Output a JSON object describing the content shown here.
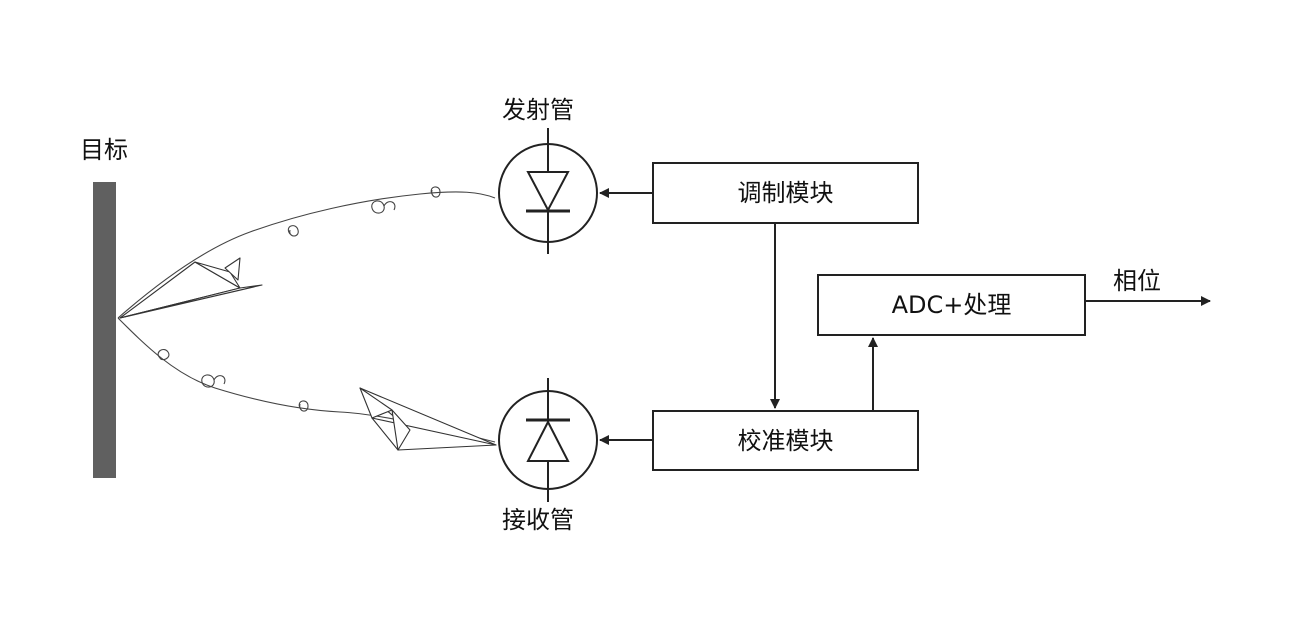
{
  "labels": {
    "target": "目标",
    "emitter": "发射管",
    "receiver": "接收管",
    "modulation": "调制模块",
    "calibration": "校准模块",
    "adc": "ADC+处理",
    "phase": "相位"
  },
  "colors": {
    "target_bar": "#606060",
    "line": "#222222",
    "background": "#ffffff"
  }
}
